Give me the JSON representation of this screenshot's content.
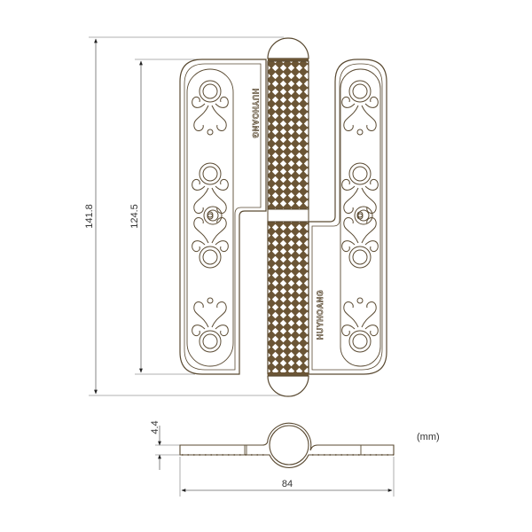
{
  "drawing": {
    "subject": "decorative lift-off door hinge technical drawing",
    "brand_engraving_left": "HUYHOANG",
    "brand_engraving_right": "HUYHOANG",
    "units_label": "(mm)",
    "dimensions": {
      "overall_height": "141.8",
      "leaf_height": "124.5",
      "thickness": "4.4",
      "overall_width": "84"
    },
    "colors": {
      "outline": "#5a4a32",
      "knuckle_fill": "#6b5535",
      "dimension_line": "#999999",
      "dimension_text": "#333333",
      "background": "#ffffff"
    }
  }
}
